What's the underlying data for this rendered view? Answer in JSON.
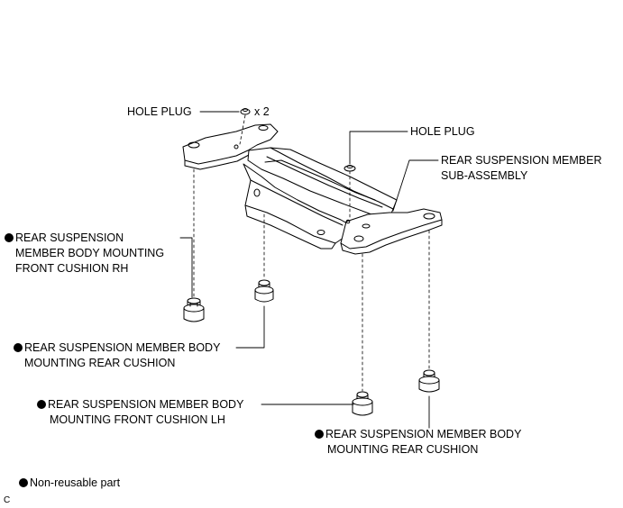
{
  "callouts": {
    "hole_plug_top": "HOLE PLUG",
    "hole_plug_top_qty": "x 2",
    "hole_plug_mid": "HOLE PLUG",
    "member_line1": "REAR SUSPENSION MEMBER",
    "member_line2": "SUB-ASSEMBLY",
    "front_rh_line1": "REAR SUSPENSION",
    "front_rh_line2": "MEMBER BODY MOUNTING",
    "front_rh_line3": "FRONT CUSHION RH",
    "rear_left_line1": "REAR SUSPENSION MEMBER BODY",
    "rear_left_line2": "MOUNTING REAR CUSHION",
    "front_lh_line1": "REAR SUSPENSION MEMBER BODY",
    "front_lh_line2": "MOUNTING FRONT CUSHION LH",
    "rear_right_line1": "REAR SUSPENSION MEMBER BODY",
    "rear_right_line2": "MOUNTING REAR CUSHION"
  },
  "legend": {
    "non_reusable": "Non-reusable part"
  },
  "figure_code": "C"
}
